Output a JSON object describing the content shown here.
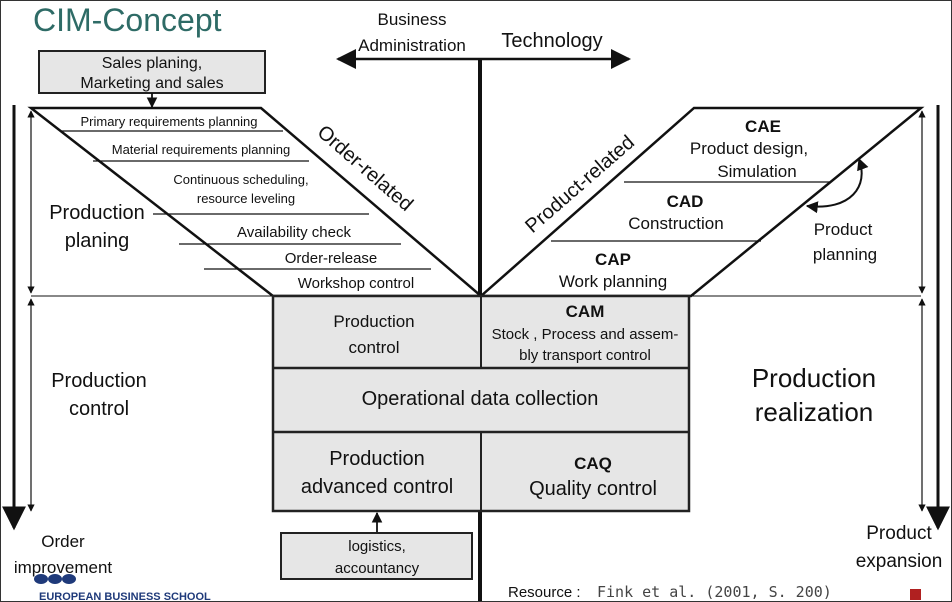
{
  "title": "CIM-Concept",
  "axis": {
    "left_label_line1": "Business",
    "left_label_line2": "Administration",
    "right_label": "Technology"
  },
  "top_box": {
    "line1": "Sales planing,",
    "line2": "Marketing and sales"
  },
  "order_related": {
    "label": "Order-related",
    "steps": [
      "Primary requirements planning",
      "Material requirements planning",
      "Continuous scheduling,",
      "resource leveling",
      "Availability check",
      "Order-release",
      "Workshop control"
    ]
  },
  "product_related": {
    "label": "Product-related",
    "cae_title": "CAE",
    "cae_line1": "Product design,",
    "cae_line2": "Simulation",
    "cad_title": "CAD",
    "cad_line1": "Construction",
    "cap_title": "CAP",
    "cap_line1": "Work planning"
  },
  "left_labels": {
    "production_planing_1": "Production",
    "production_planing_2": "planing",
    "production_control_1": "Production",
    "production_control_2": "control",
    "order_1": "Order",
    "order_2": "improvement"
  },
  "right_labels": {
    "product_planning_1": "Product",
    "product_planning_2": "planning",
    "production_realization_1": "Production",
    "production_realization_2": "realization",
    "product_expansion_1": "Product",
    "product_expansion_2": "expansion"
  },
  "center": {
    "production_control_1": "Production",
    "production_control_2": "control",
    "cam_title": "CAM",
    "cam_line1": "Stock , Process and assem-",
    "cam_line2": "bly transport control",
    "odc": "Operational data collection",
    "pac_1": "Production",
    "pac_2": "advanced control",
    "caq_title": "CAQ",
    "caq_line1": "Quality control"
  },
  "bottom_box": {
    "line1": "logistics,",
    "line2": "accountancy"
  },
  "footer": {
    "school": "EUROPEAN BUSINESS SCHOOL",
    "resource_label": "Resource :",
    "resource_ref": "Fink et al. (2001, S. 200)"
  },
  "colors": {
    "title": "#2e6b66",
    "box_fill": "#e6e6e6",
    "accent_square": "#b02020",
    "logo_blue": "#1f3a7a"
  }
}
